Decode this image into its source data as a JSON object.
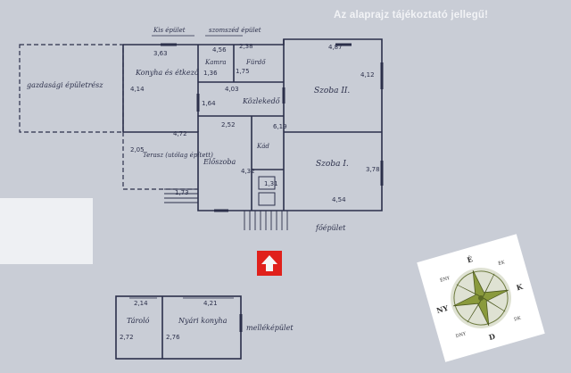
{
  "disclaimer": "Az alaprajz tájékoztató jellegű!",
  "labels": {
    "kis_epulet": "Kis épület",
    "szomszed_epulet": "szomszéd épület",
    "gazdasagi": "gazdasági épületrész",
    "konyha": "Konyha és étkező",
    "kamra": "Kamra",
    "furdo": "Fürdő",
    "kozlekedo": "Közlekedő",
    "szoba2": "Szoba II.",
    "szoba1": "Szoba I.",
    "terasz": "Terasz (utólag épített)",
    "eloszoba": "Előszoba",
    "kad": "Kád",
    "foepulet": "főépület",
    "melleképulet": "melléképület",
    "tarolo": "Tároló",
    "nyarikonyha": "Nyári konyha"
  },
  "dimensions": {
    "d363": "3,63",
    "d456": "4,56",
    "d238": "2,38",
    "d487": "4,87",
    "d136": "1,36",
    "d175": "1,75",
    "d414": "4,14",
    "d403": "4,03",
    "d164": "1,64",
    "d412": "4,12",
    "d252": "2,52",
    "d619": "6,19",
    "d205": "2,05",
    "d472": "4,72",
    "d432": "4,32",
    "d378": "3,78",
    "d131": "1,31",
    "d173": "1,73",
    "d454": "4,54",
    "d214": "2,14",
    "d421": "4,21",
    "d272": "2,72",
    "d276": "2,76"
  },
  "compass": {
    "n": "É",
    "ne": "ÉK",
    "e": "K",
    "se": "DK",
    "s": "D",
    "sw": "DNY",
    "w": "NY",
    "nw": "ÉNY"
  },
  "colors": {
    "paper": "#c9cdd6",
    "ink": "#2b2f4a",
    "arrow": "#e0201b"
  }
}
